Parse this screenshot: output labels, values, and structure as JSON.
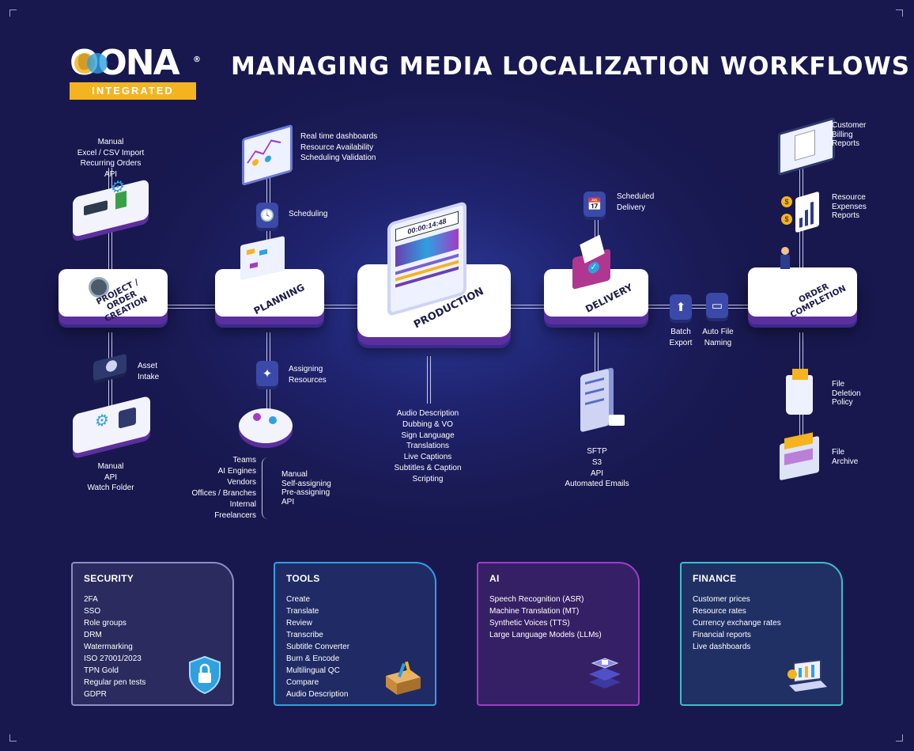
{
  "brand": {
    "logo_word": "OONA",
    "logo_sub": "INTEGRATED",
    "registered": "®"
  },
  "title": "MANAGING MEDIA LOCALIZATION WORKFLOWS",
  "stages": {
    "project": {
      "label_lines": [
        "PROJECT /",
        "ORDER",
        "CREATION"
      ]
    },
    "planning": {
      "label": "PLANNING"
    },
    "production": {
      "label": "PRODUCTION",
      "timecode": "00:00:14:48"
    },
    "delivery": {
      "label": "DELIVERY"
    },
    "completion": {
      "label_lines": [
        "ORDER",
        "COMPLETION"
      ]
    }
  },
  "annotations": {
    "intake_methods": [
      "Manual",
      "Excel / CSV Import",
      "Recurring Orders",
      "API"
    ],
    "asset_intake": [
      "Asset",
      "Intake"
    ],
    "asset_methods": [
      "Manual",
      "API",
      "Watch Folder"
    ],
    "planning_features": [
      "Real time dashboards",
      "Resource Availability",
      "Scheduling Validation"
    ],
    "scheduling": "Scheduling",
    "assigning": [
      "Assigning",
      "Resources"
    ],
    "resource_types": [
      "Teams",
      "AI Engines",
      "Vendors",
      "Offices / Branches",
      "Internal",
      "Freelancers"
    ],
    "assign_modes": [
      "Manual",
      "Self-assigning",
      "Pre-assigning",
      "API"
    ],
    "production_services": [
      "Audio Description",
      "Dubbing & VO",
      "Sign Language",
      "Translations",
      "Live Captions",
      "Subtitles & Caption",
      "Scripting"
    ],
    "scheduled_delivery": [
      "Scheduled",
      "Delivery"
    ],
    "delivery_methods": [
      "SFTP",
      "S3",
      "API",
      "Automated Emails"
    ],
    "batch_export": [
      "Batch",
      "Export"
    ],
    "auto_naming": [
      "Auto File",
      "Naming"
    ],
    "billing": [
      "Customer",
      "Billing",
      "Reports"
    ],
    "expenses": [
      "Resource",
      "Expenses",
      "Reports"
    ],
    "deletion": [
      "File",
      "Deletion",
      "Policy"
    ],
    "archive": [
      "File",
      "Archive"
    ]
  },
  "panels": [
    {
      "title": "SECURITY",
      "color": "#8a8fc4",
      "items": [
        "2FA",
        "SSO",
        "Role groups",
        "DRM",
        "Watermarking",
        "ISO 27001/2023",
        "TPN Gold",
        "Regular pen tests",
        "GDPR"
      ]
    },
    {
      "title": "TOOLS",
      "color": "#2fa0e0",
      "items": [
        "Create",
        "Translate",
        "Review",
        "Transcribe",
        "Subtitle Converter",
        "Burn & Encode",
        "Multilingual QC",
        "Compare",
        "Audio Description"
      ]
    },
    {
      "title": "AI",
      "color": "#a23cc4",
      "items": [
        "Speech Recognition (ASR)",
        "Machine Translation (MT)",
        "Synthetic Voices (TTS)",
        "Large Language Models (LLMs)"
      ]
    },
    {
      "title": "FINANCE",
      "color": "#3cc0c8",
      "items": [
        "Customer prices",
        "Resource rates",
        "Currency exchange rates",
        "Financial reports",
        "Live dashboards"
      ]
    }
  ],
  "colors": {
    "accent": "#f4b420",
    "platform_side": "#5b2f9e",
    "line": "#c9cbe8"
  }
}
